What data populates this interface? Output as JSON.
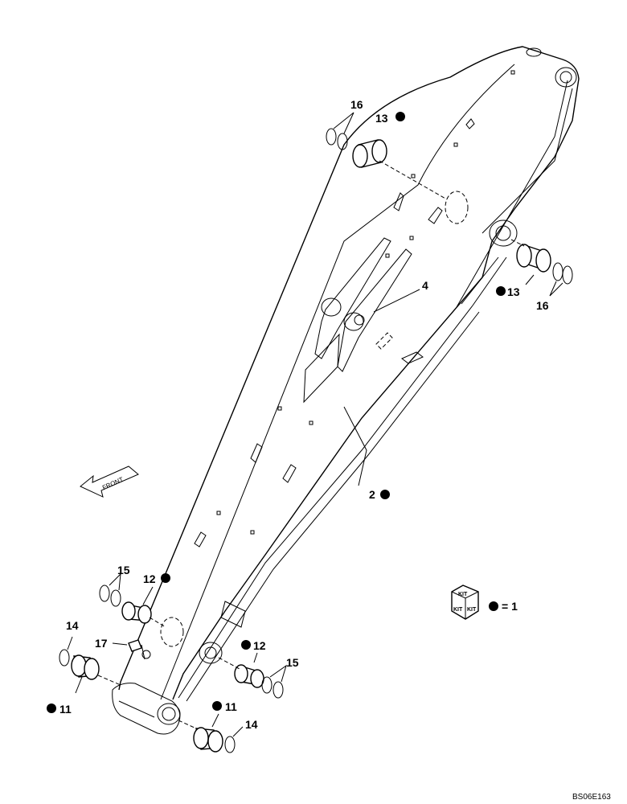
{
  "callouts": {
    "c2": "2",
    "c4": "4",
    "c11a": "11",
    "c11b": "11",
    "c12a": "12",
    "c12b": "12",
    "c13a": "13",
    "c13b": "13",
    "c14a": "14",
    "c14b": "14",
    "c15a": "15",
    "c15b": "15",
    "c16a": "16",
    "c16b": "16",
    "c17": "17"
  },
  "front_label": "FRONT",
  "kit_legend": {
    "kit_text": "KIT",
    "equals": "= 1"
  },
  "reference_code": "BS06E163"
}
